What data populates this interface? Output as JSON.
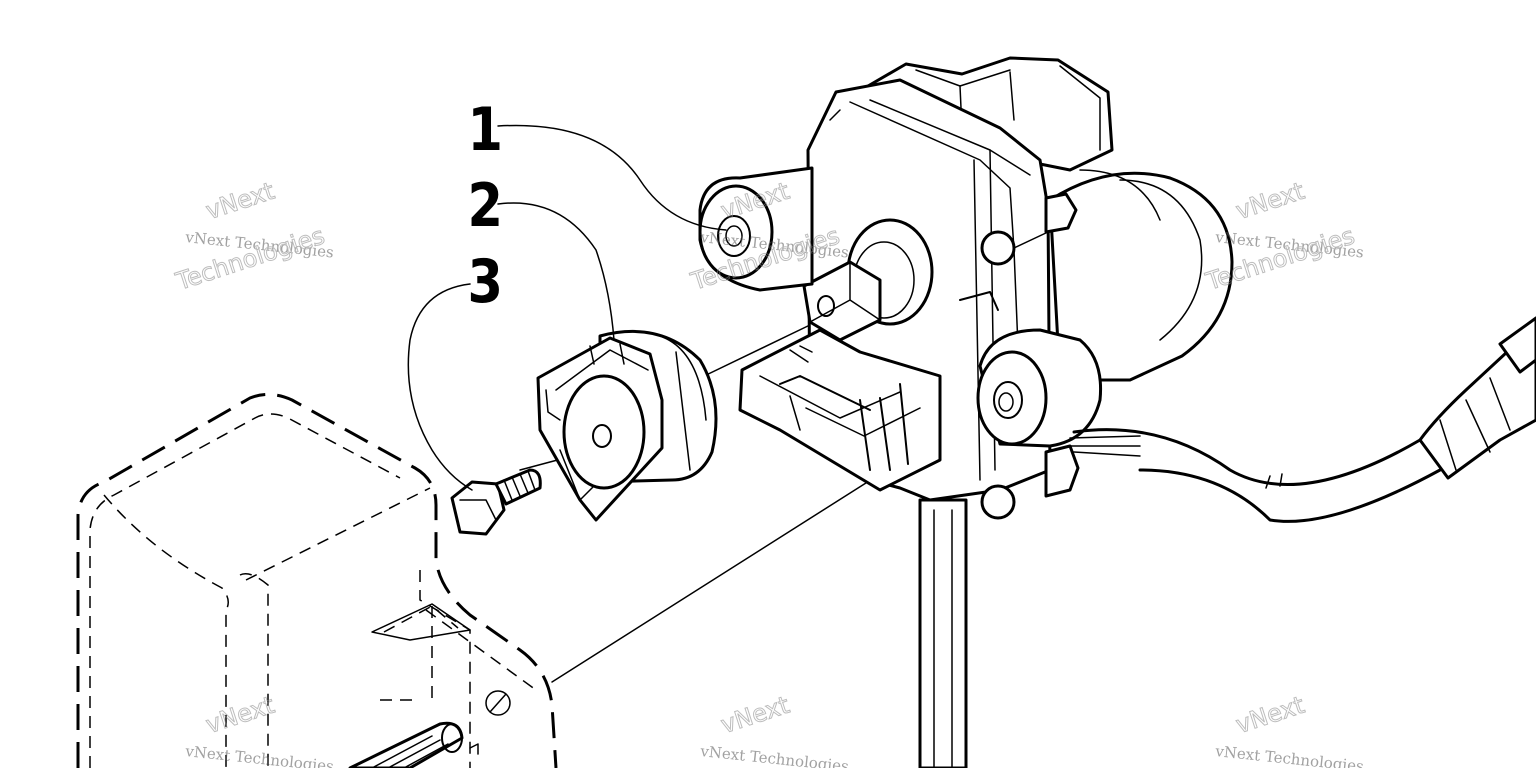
{
  "callouts": [
    {
      "label": "1"
    },
    {
      "label": "2"
    },
    {
      "label": "3"
    }
  ],
  "watermark": {
    "line1": "vNext Technologies",
    "line2": "vNext",
    "line3": "Technologies"
  }
}
